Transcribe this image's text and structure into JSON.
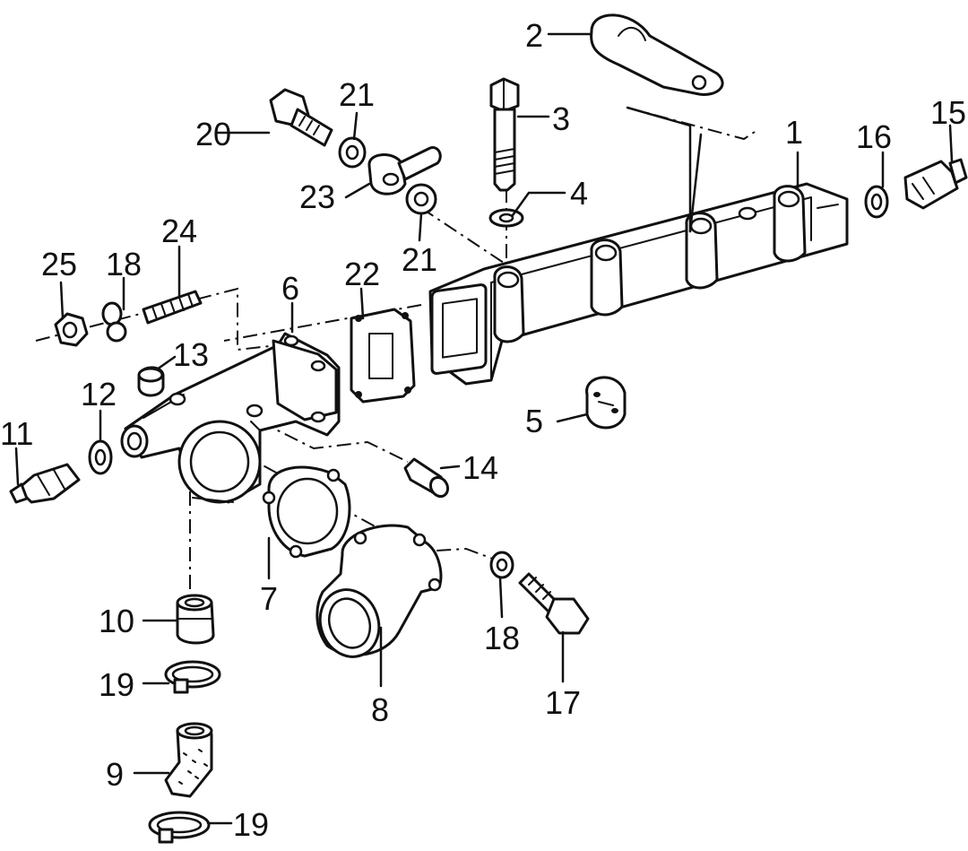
{
  "callouts": {
    "c1": "1",
    "c2": "2",
    "c3": "3",
    "c4": "4",
    "c5": "5",
    "c6": "6",
    "c7": "7",
    "c8": "8",
    "c9": "9",
    "c10": "10",
    "c11": "11",
    "c12": "12",
    "c13": "13",
    "c14": "14",
    "c15": "15",
    "c16": "16",
    "c17": "17",
    "c18a": "18",
    "c18b": "18",
    "c19a": "19",
    "c19b": "19",
    "c20": "20",
    "c21a": "21",
    "c21b": "21",
    "c22": "22",
    "c23": "23",
    "c24": "24",
    "c25": "25"
  }
}
